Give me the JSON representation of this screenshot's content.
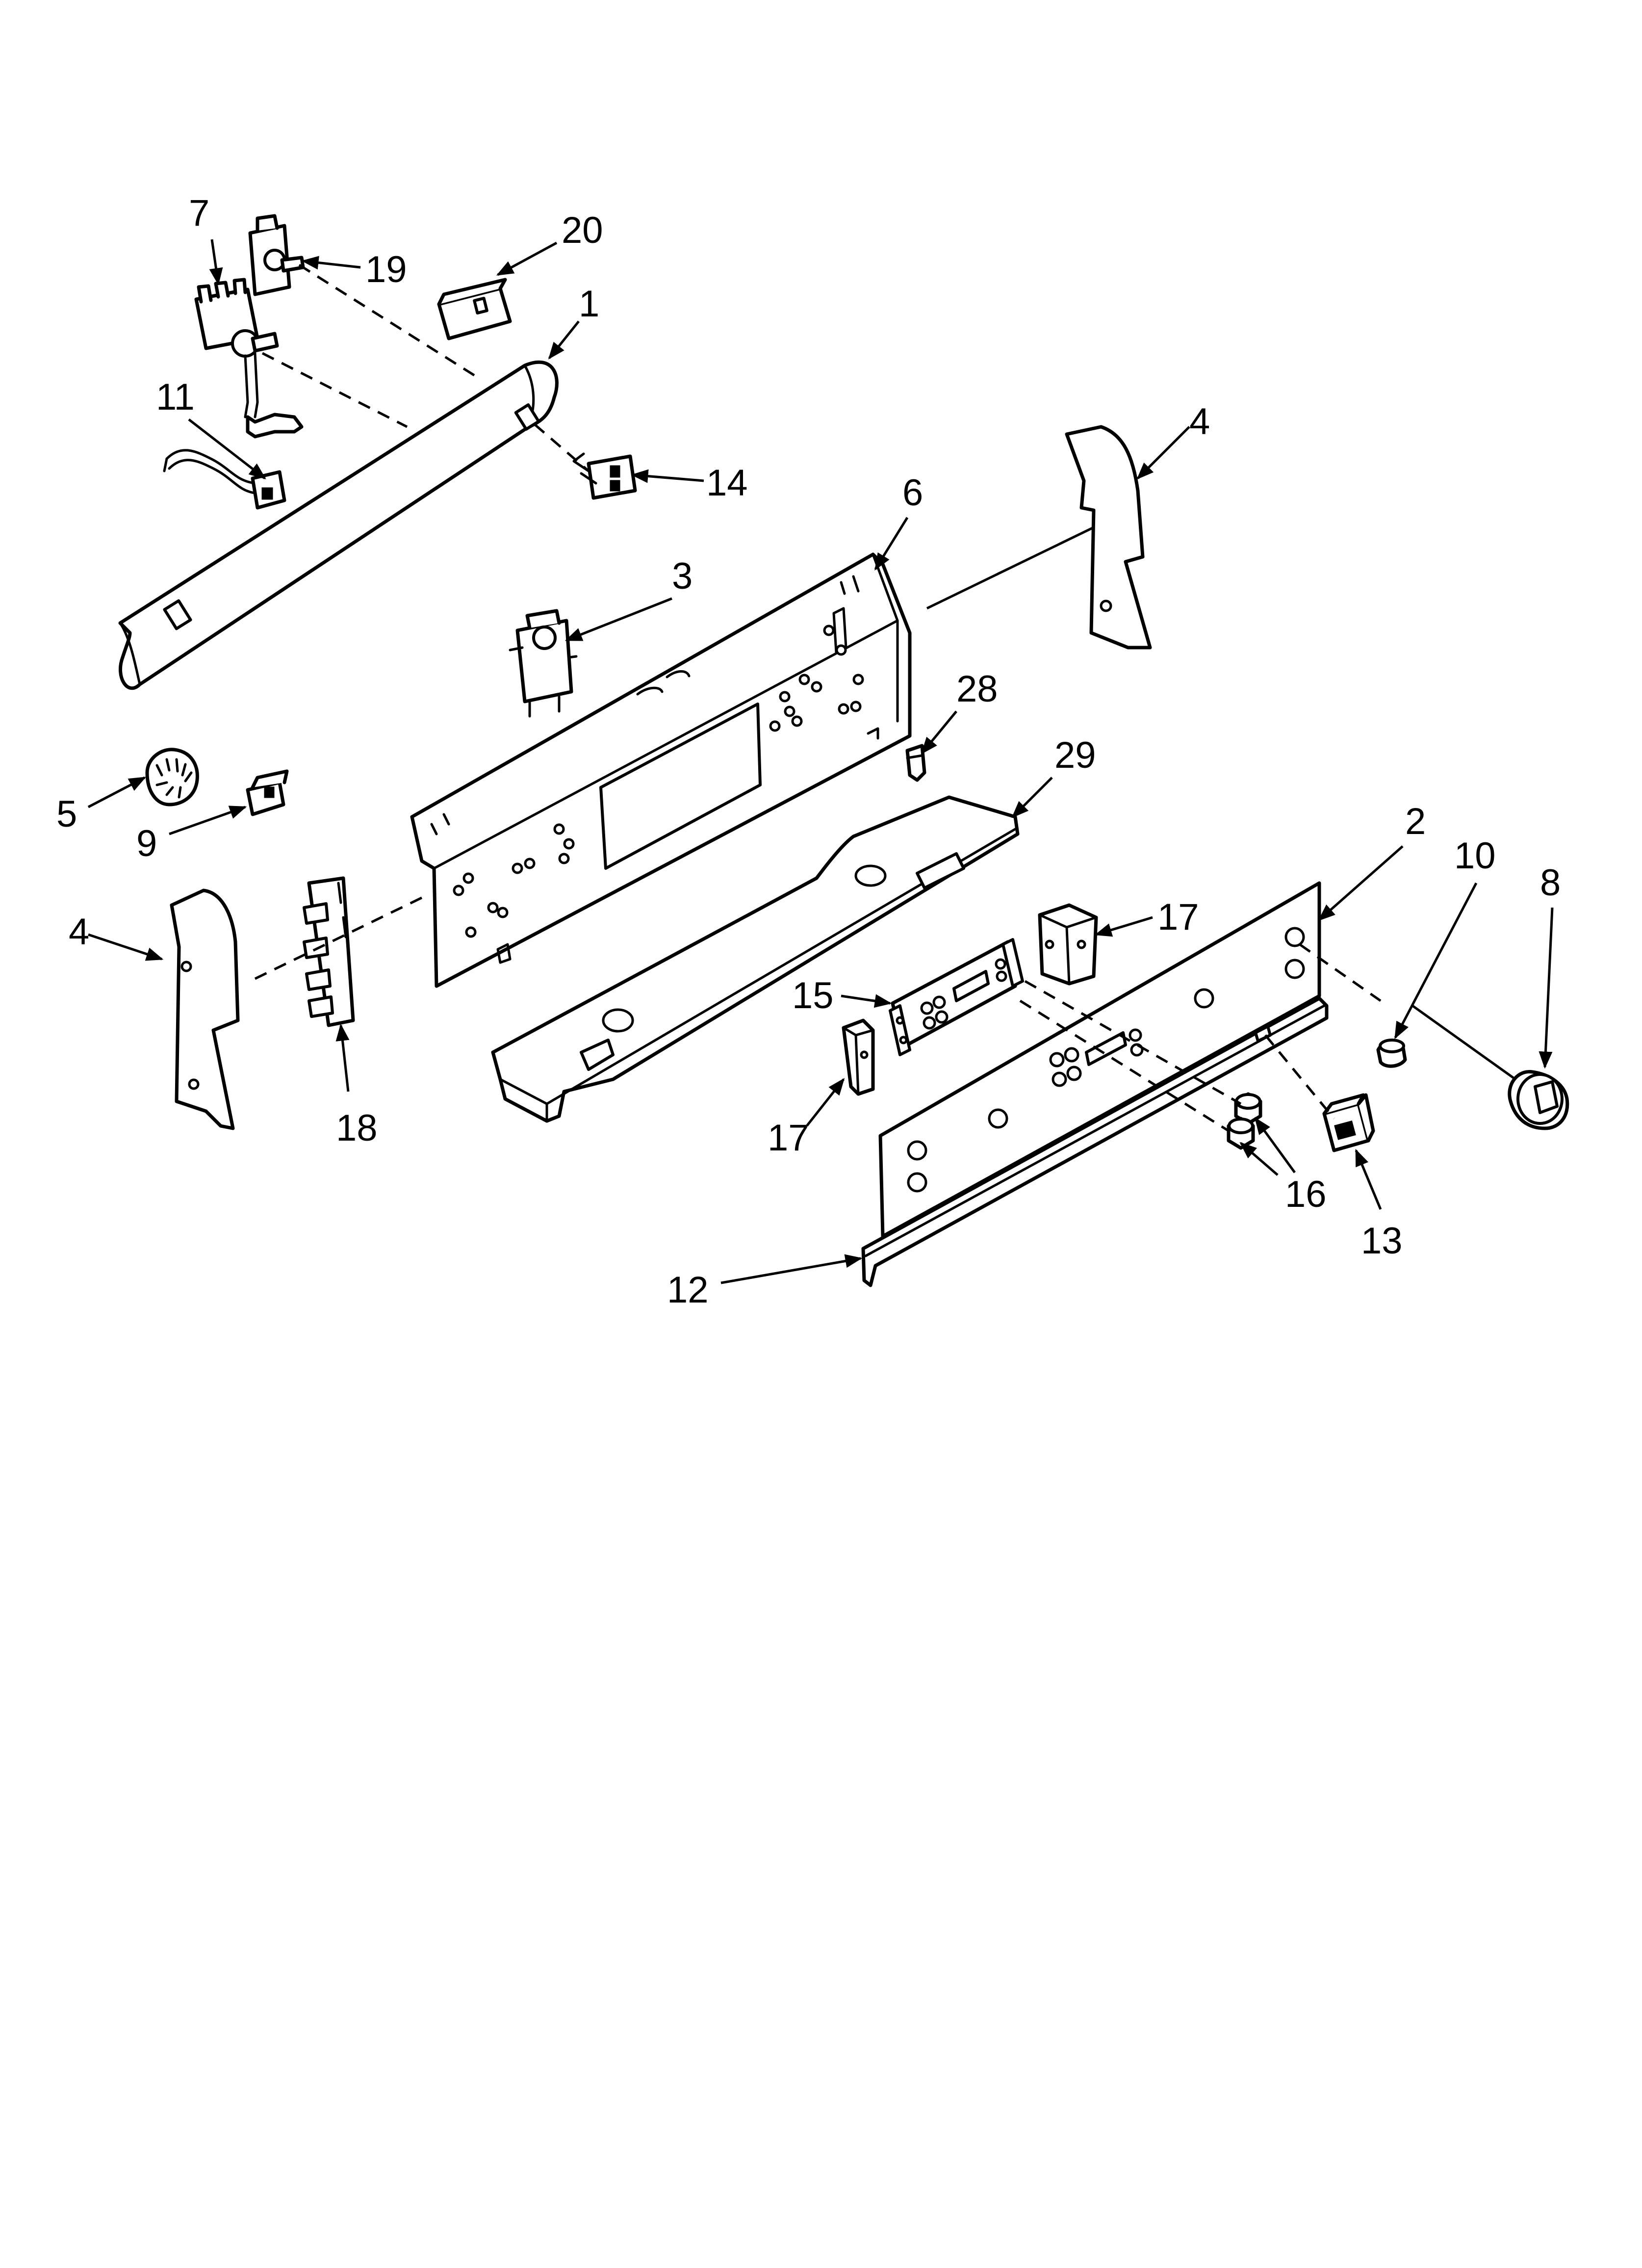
{
  "diagram": {
    "callouts": [
      {
        "label": "7"
      },
      {
        "label": "20"
      },
      {
        "label": "19"
      },
      {
        "label": "1"
      },
      {
        "label": "11"
      },
      {
        "label": "14"
      },
      {
        "label": "4"
      },
      {
        "label": "6"
      },
      {
        "label": "3"
      },
      {
        "label": "28"
      },
      {
        "label": "29"
      },
      {
        "label": "5"
      },
      {
        "label": "9"
      },
      {
        "label": "2"
      },
      {
        "label": "10"
      },
      {
        "label": "8"
      },
      {
        "label": "4"
      },
      {
        "label": "17"
      },
      {
        "label": "15"
      },
      {
        "label": "18"
      },
      {
        "label": "17"
      },
      {
        "label": "16"
      },
      {
        "label": "13"
      },
      {
        "label": "12"
      }
    ]
  }
}
